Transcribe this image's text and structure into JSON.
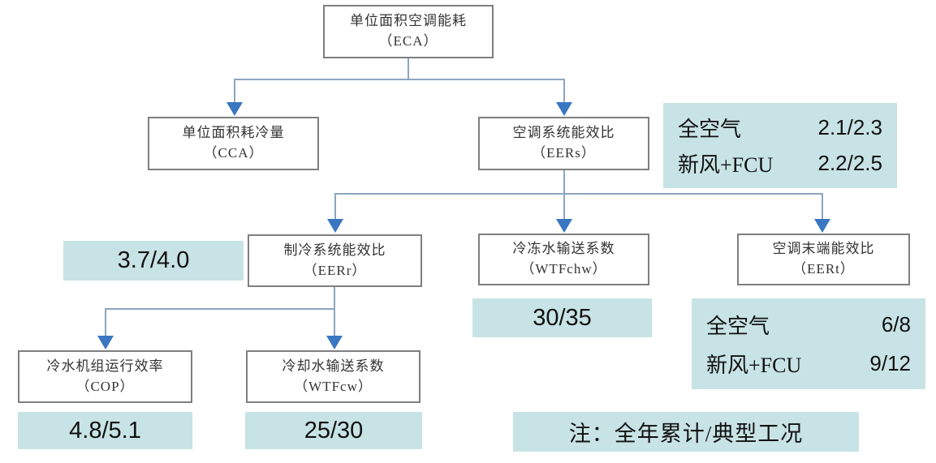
{
  "diagram": {
    "title_note": "注：全年累计/典型工况",
    "colors": {
      "value_box_fill": "#c8e3e5",
      "node_border": "#7f7f7f",
      "connector_line": "#8ca6c0",
      "arrowhead": "#3a76c2",
      "text": "#333333"
    },
    "nodes": {
      "eca": {
        "line1": "单位面积空调能耗",
        "line2": "（ECA）"
      },
      "cca": {
        "line1": "单位面积耗冷量",
        "line2": "（CCA）"
      },
      "eers": {
        "line1": "空调系统能效比",
        "line2": "（EERs）"
      },
      "eerr": {
        "line1": "制冷系统能效比",
        "line2": "（EERr）"
      },
      "wtfchw": {
        "line1": "冷冻水输送系数",
        "line2": "（WTFchw）"
      },
      "eert": {
        "line1": "空调末端能效比",
        "line2": "（EERt）"
      },
      "cop": {
        "line1": "冷水机组运行效率",
        "line2": "（COP）"
      },
      "wtfcw": {
        "line1": "冷却水输送系数",
        "line2": "（WTFcw）"
      }
    },
    "values": {
      "eers_panel": {
        "rows": [
          {
            "label": "全空气",
            "value": "2.1/2.3"
          },
          {
            "label": "新风+FCU",
            "value": "2.2/2.5"
          }
        ]
      },
      "eerr": "3.7/4.0",
      "wtfchw": "30/35",
      "eert_panel": {
        "rows": [
          {
            "label": "全空气",
            "value": "6/8"
          },
          {
            "label": "新风+FCU",
            "value": "9/12"
          }
        ]
      },
      "cop": "4.8/5.1",
      "wtfcw": "25/30"
    }
  }
}
